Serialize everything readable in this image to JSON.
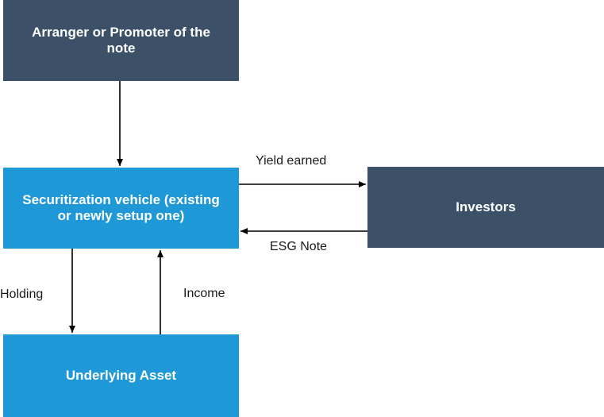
{
  "nodes": {
    "arranger": "Arranger or Promoter of the note",
    "vehicle": "Securitization vehicle (existing or newly setup one)",
    "investors": "Investors",
    "asset": "Underlying Asset"
  },
  "edges": {
    "yield": "Yield earned",
    "esg": "ESG Note",
    "holding": "Holding",
    "income": "Income"
  },
  "colors": {
    "dark_box": "#3c5068",
    "light_box": "#1f98d8",
    "arrow": "#000000"
  }
}
